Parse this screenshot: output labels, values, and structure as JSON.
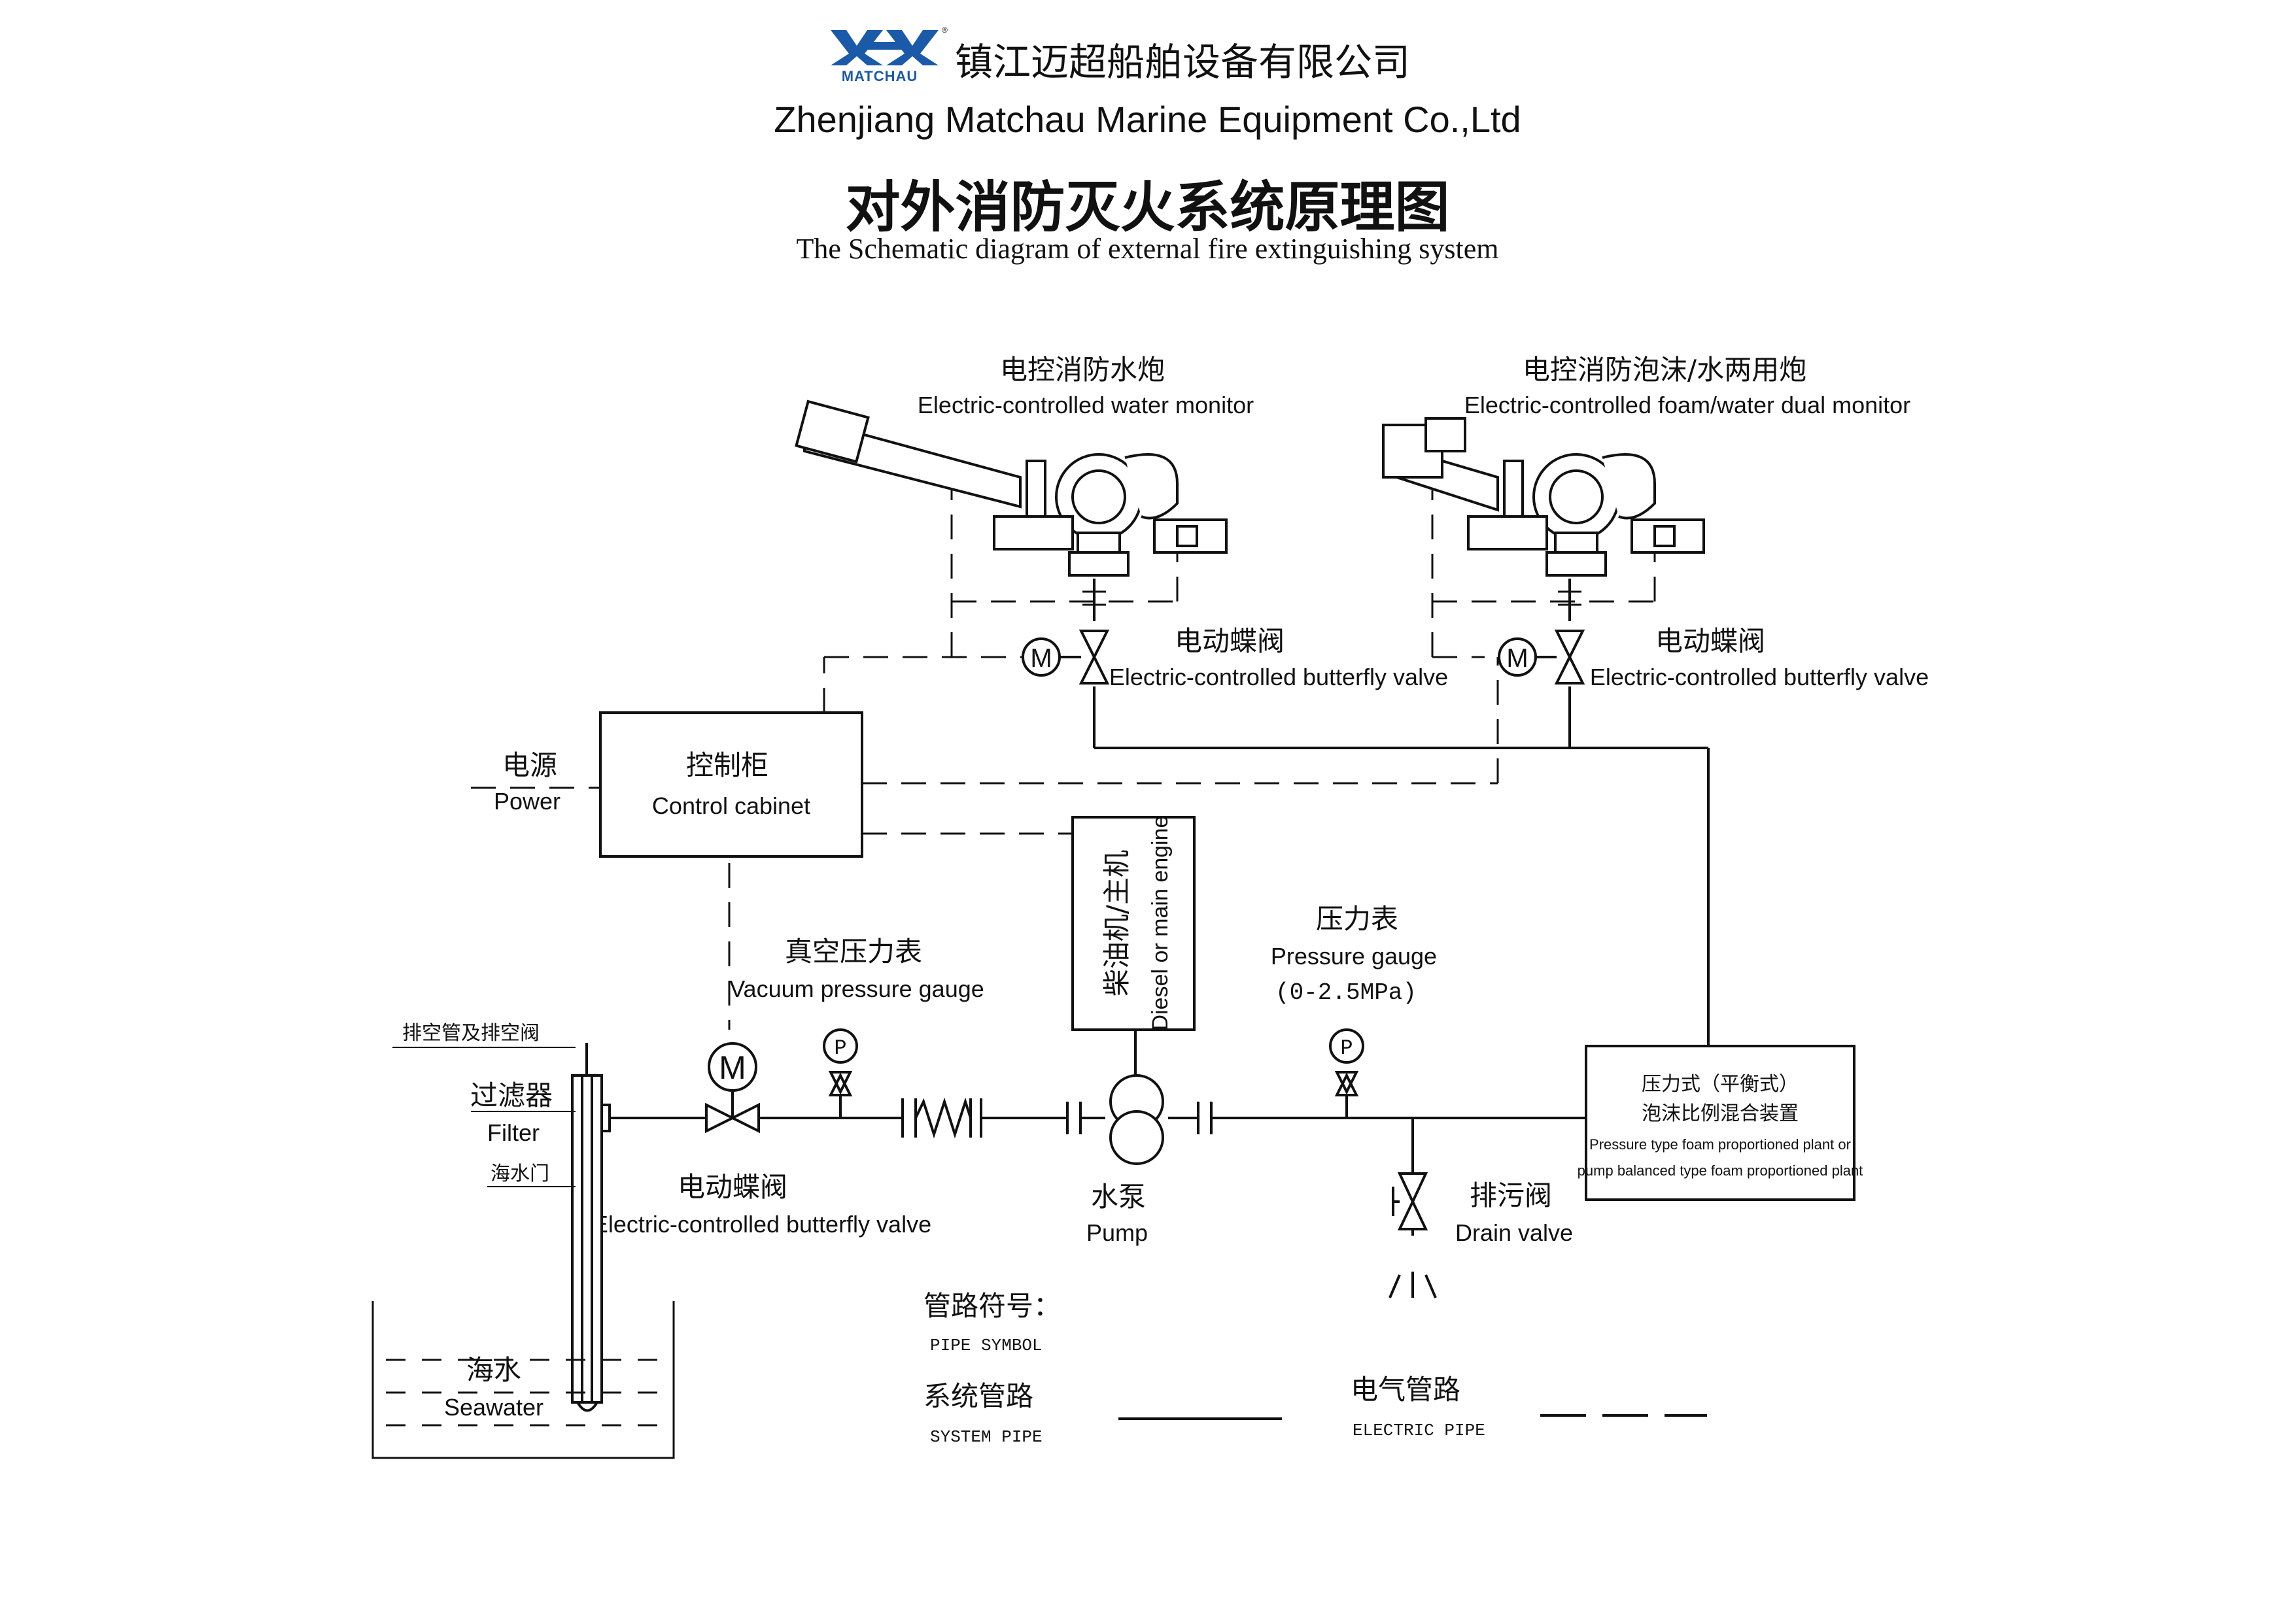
{
  "header": {
    "logo_text": "MATCHAU",
    "company_cn": "镇江迈超船舶设备有限公司",
    "company_en": "Zhenjiang Matchau Marine Equipment Co.,Ltd",
    "title_cn": "对外消防灭火系统原理图",
    "title_en": "The Schematic diagram of external fire extinguishing system"
  },
  "components": {
    "water_monitor": {
      "cn": "电控消防水炮",
      "en": "Electric-controlled water monitor"
    },
    "dual_monitor": {
      "cn": "电控消防泡沫/水两用炮",
      "en": "Electric-controlled foam/water dual monitor"
    },
    "butterfly_valve_1": {
      "cn": "电动蝶阀",
      "en": "Electric-controlled butterfly valve"
    },
    "butterfly_valve_2": {
      "cn": "电动蝶阀",
      "en": "Electric-controlled butterfly valve"
    },
    "power": {
      "cn": "电源",
      "en": "Power"
    },
    "control_cabinet": {
      "cn": "控制柜",
      "en": "Control cabinet"
    },
    "engine": {
      "cn": "柴油机/主机",
      "en": "Diesel or main engine"
    },
    "vacuum_gauge": {
      "cn": "真空压力表",
      "en": "Vacuum pressure gauge"
    },
    "pressure_gauge": {
      "cn": "压力表",
      "en": "Pressure gauge",
      "range": "(0-2.5MPa)"
    },
    "foam_plant": {
      "cn1": "压力式（平衡式）",
      "cn2": "泡沫比例混合装置",
      "en1": "Pressure type foam proportioned plant or",
      "en2": "pump balanced type foam proportioned plant"
    },
    "vent": {
      "cn": "排空管及排空阀"
    },
    "filter": {
      "cn": "过滤器",
      "en": "Filter"
    },
    "sea_chest": {
      "cn": "海水门"
    },
    "seawater": {
      "cn": "海水",
      "en": "Seawater"
    },
    "inlet_valve": {
      "cn": "电动蝶阀",
      "en": "Electric-controlled butterfly valve"
    },
    "pump": {
      "cn": "水泵",
      "en": "Pump"
    },
    "drain_valve": {
      "cn": "排污阀",
      "en": "Drain valve"
    },
    "gauge_symbol": "P",
    "motor_symbol": "M"
  },
  "legend": {
    "title_cn": "管路符号：",
    "title_en": "PIPE SYMBOL",
    "system_cn": "系统管路",
    "system_en": "SYSTEM PIPE",
    "electric_cn": "电气管路",
    "electric_en": "ELECTRIC PIPE"
  }
}
